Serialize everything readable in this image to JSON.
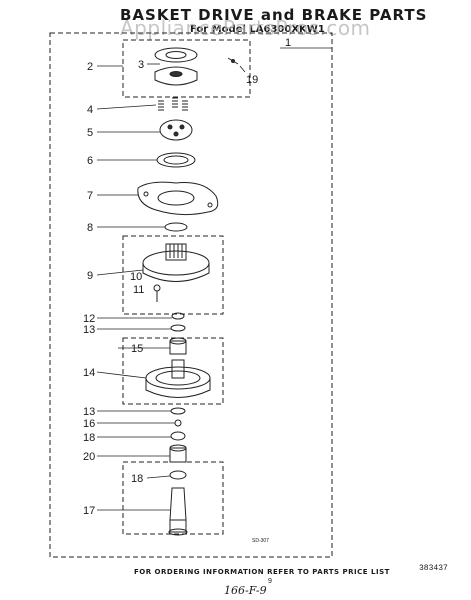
{
  "header": {
    "title": "BASKET DRIVE and BRAKE PARTS",
    "model": "For Model LA6300XKW1",
    "watermark": "AppliancePartsPros.com"
  },
  "callouts": [
    "1",
    "2",
    "3",
    "4",
    "5",
    "6",
    "7",
    "8",
    "9",
    "10",
    "11",
    "12",
    "13",
    "14",
    "15",
    "13",
    "16",
    "18",
    "20",
    "18",
    "17",
    "19"
  ],
  "footer": {
    "note": "FOR ORDERING INFORMATION REFER TO PARTS PRICE LIST",
    "page": "9",
    "part_number": "383437",
    "handwritten": "166-F-9",
    "diagram_code": "SD-307"
  }
}
